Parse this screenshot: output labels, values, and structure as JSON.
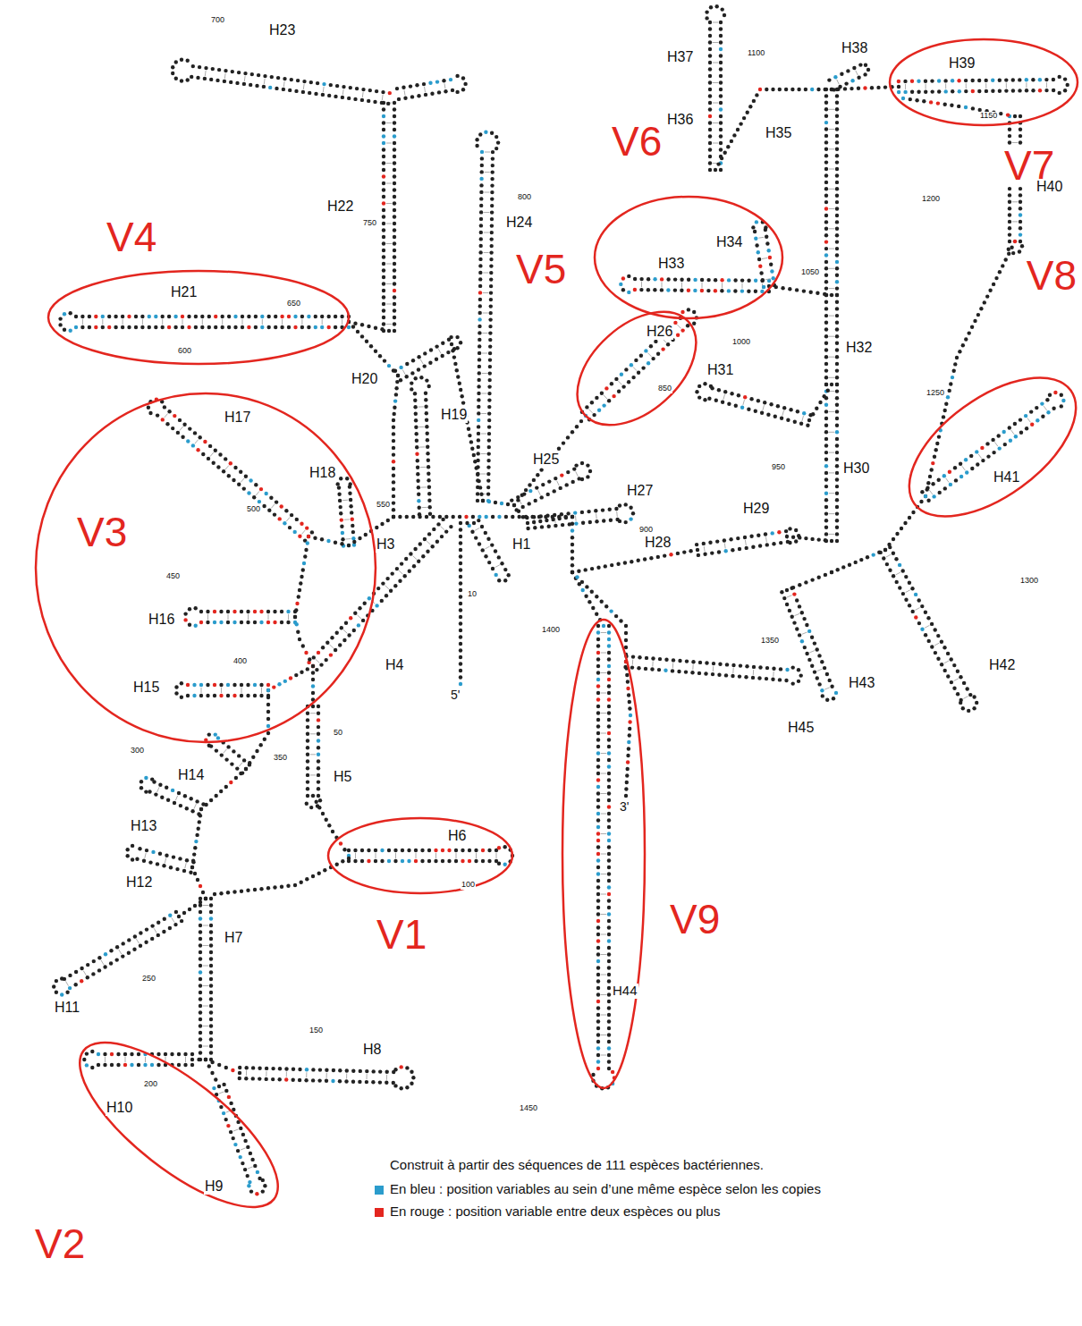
{
  "diagram": {
    "caption": "Construit à partir des séquences de 111 espèces bactériennes.",
    "nodes": [
      {
        "text": [
          "V1",
          "H6"
        ]
      },
      {
        "text": [
          "V2",
          "H10",
          "H9"
        ]
      },
      {
        "text": [
          "V3",
          "H17",
          "H18",
          "H16",
          "H15"
        ]
      },
      {
        "text": [
          "V4",
          "H21"
        ]
      },
      {
        "text": [
          "V5",
          "H26"
        ]
      },
      {
        "text": [
          "V6",
          "H33",
          "H34"
        ]
      },
      {
        "text": [
          "V7",
          "H39"
        ]
      },
      {
        "text": [
          "V8",
          "H41"
        ]
      },
      {
        "text": [
          "V9",
          "H44"
        ]
      }
    ],
    "labels": [
      "H1",
      "H3",
      "H4",
      "H5",
      "H7",
      "H8",
      "H11",
      "H12",
      "H13",
      "H14",
      "H19",
      "H20",
      "H22",
      "H23",
      "H24",
      "H25",
      "H27",
      "H28",
      "H29",
      "H30",
      "H31",
      "H32",
      "H35",
      "H36",
      "H37",
      "H38",
      "H40",
      "H42",
      "H43",
      "H45",
      "5'",
      "3'",
      "10",
      "50",
      "100",
      "150",
      "200",
      "250",
      "300",
      "350",
      "400",
      "450",
      "500",
      "550",
      "600",
      "650",
      "700",
      "750",
      "800",
      "850",
      "900",
      "950",
      "1000",
      "1050",
      "1100",
      "1150",
      "1200",
      "1250",
      "1300",
      "1350",
      "1400",
      "1450"
    ],
    "legend": [
      {
        "text": "En bleu : position variables au sein d’une même espèce selon les copies",
        "color": "#2b9ccc"
      },
      {
        "text": "En rouge : position variable entre deux espèces ou plus",
        "color": "#e3261f"
      }
    ]
  }
}
